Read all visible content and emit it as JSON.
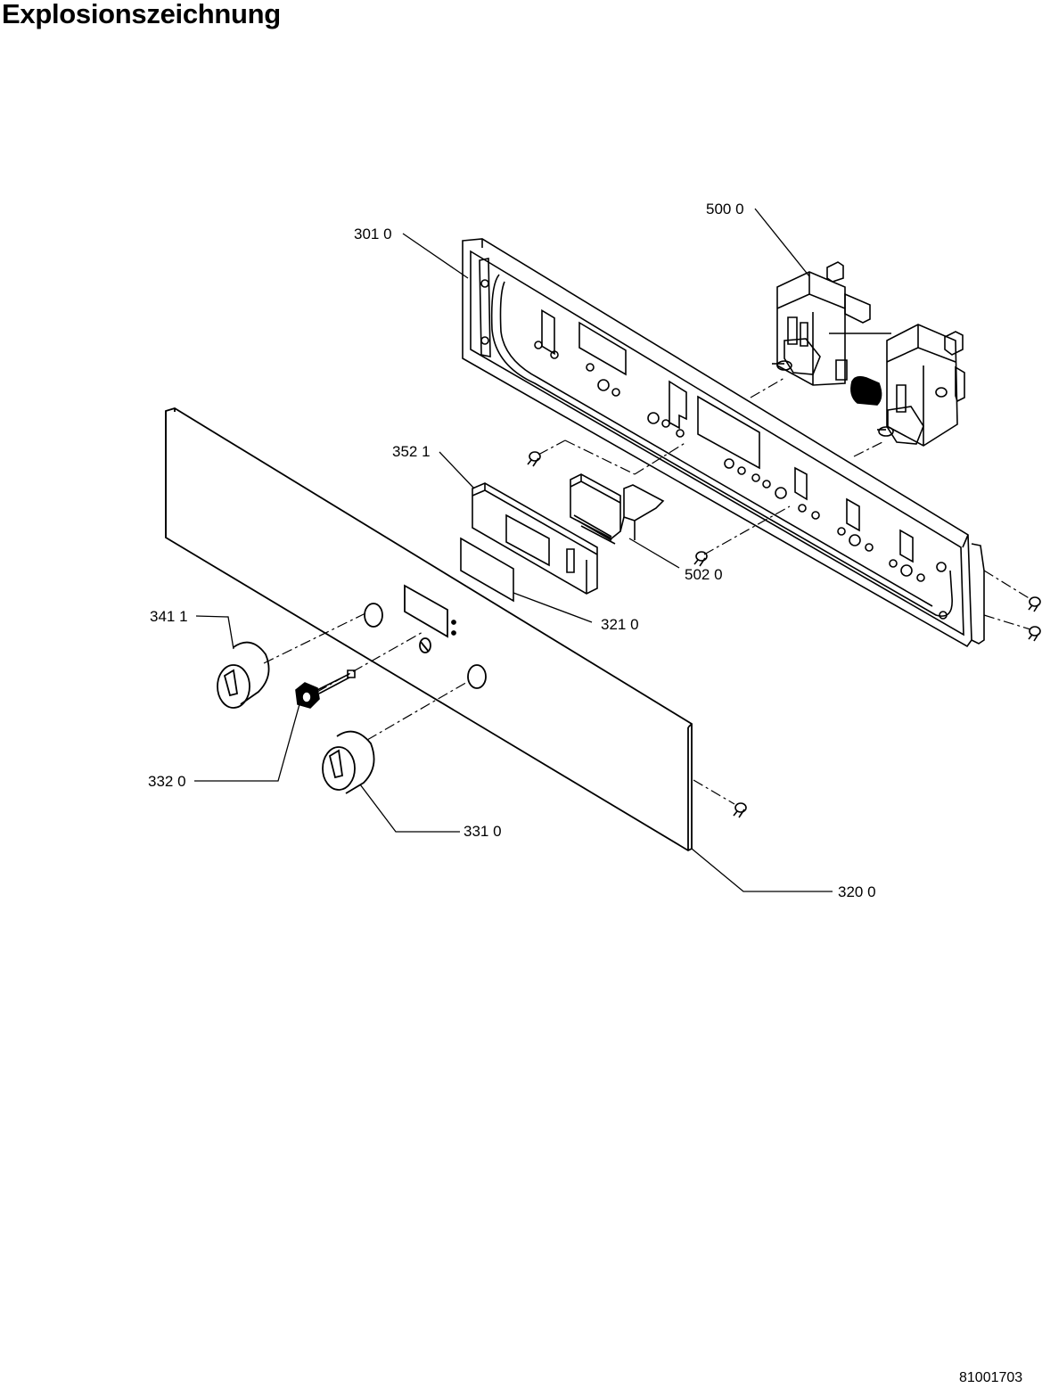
{
  "title": "Explosionszeichnung",
  "document_number": "81001703",
  "callouts": {
    "p3010": "301 0",
    "p5000": "500 0",
    "p3521": "352 1",
    "p5020": "502 0",
    "p3210": "321 0",
    "p3411": "341 1",
    "p3320": "332 0",
    "p3310": "331 0",
    "p3200": "320 0"
  }
}
